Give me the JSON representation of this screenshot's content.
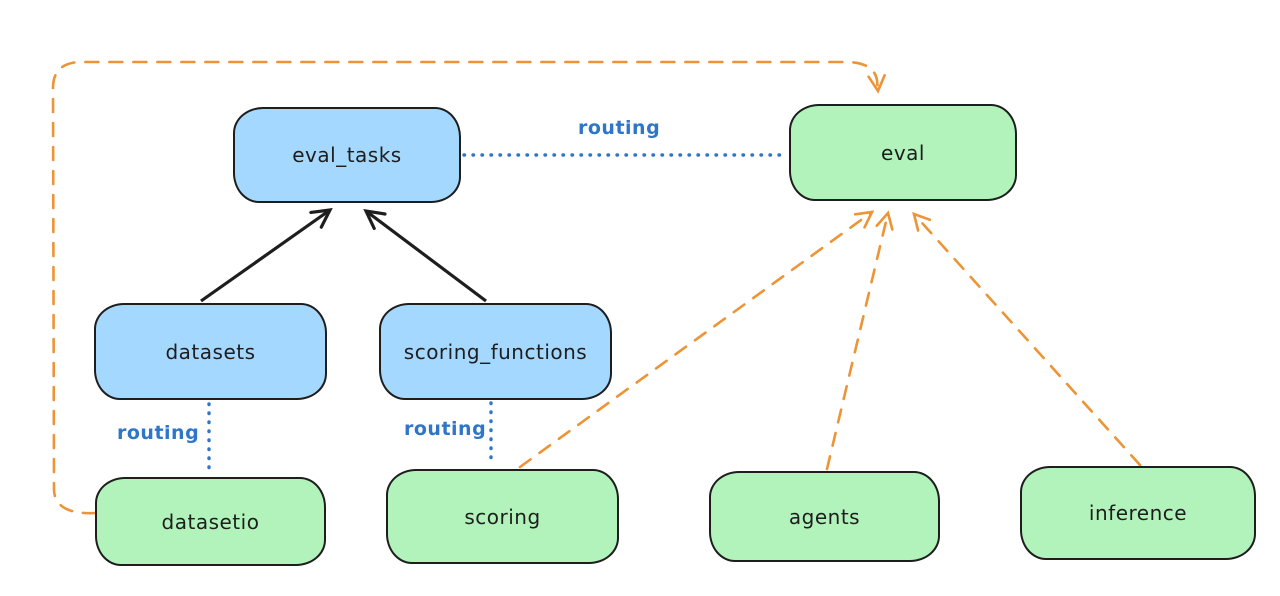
{
  "nodes": {
    "eval_tasks": {
      "label": "eval_tasks",
      "group": "api"
    },
    "eval": {
      "label": "eval",
      "group": "provider"
    },
    "datasets": {
      "label": "datasets",
      "group": "api"
    },
    "scoring_functions": {
      "label": "scoring_functions",
      "group": "api"
    },
    "datasetio": {
      "label": "datasetio",
      "group": "provider"
    },
    "scoring": {
      "label": "scoring",
      "group": "provider"
    },
    "agents": {
      "label": "agents",
      "group": "provider"
    },
    "inference": {
      "label": "inference",
      "group": "provider"
    }
  },
  "edges": [
    {
      "from": "datasets",
      "to": "eval_tasks",
      "style": "solid",
      "label": ""
    },
    {
      "from": "scoring_functions",
      "to": "eval_tasks",
      "style": "solid",
      "label": ""
    },
    {
      "from": "eval_tasks",
      "to": "eval",
      "style": "dotted",
      "label": "routing"
    },
    {
      "from": "datasets",
      "to": "datasetio",
      "style": "dotted",
      "label": "routing"
    },
    {
      "from": "scoring_functions",
      "to": "scoring",
      "style": "dotted",
      "label": "routing"
    },
    {
      "from": "datasetio",
      "to": "eval",
      "style": "dashed",
      "label": ""
    },
    {
      "from": "scoring",
      "to": "eval",
      "style": "dashed",
      "label": ""
    },
    {
      "from": "agents",
      "to": "eval",
      "style": "dashed",
      "label": ""
    },
    {
      "from": "inference",
      "to": "eval",
      "style": "dashed",
      "label": ""
    }
  ],
  "colors": {
    "canvas_bg": "#ffffff",
    "stroke": "#1e1e1e",
    "api_fill": "#a5d8ff",
    "provider_fill": "#b2f2bb",
    "routing_color": "#2f76c8",
    "orange": "#ec9436"
  }
}
